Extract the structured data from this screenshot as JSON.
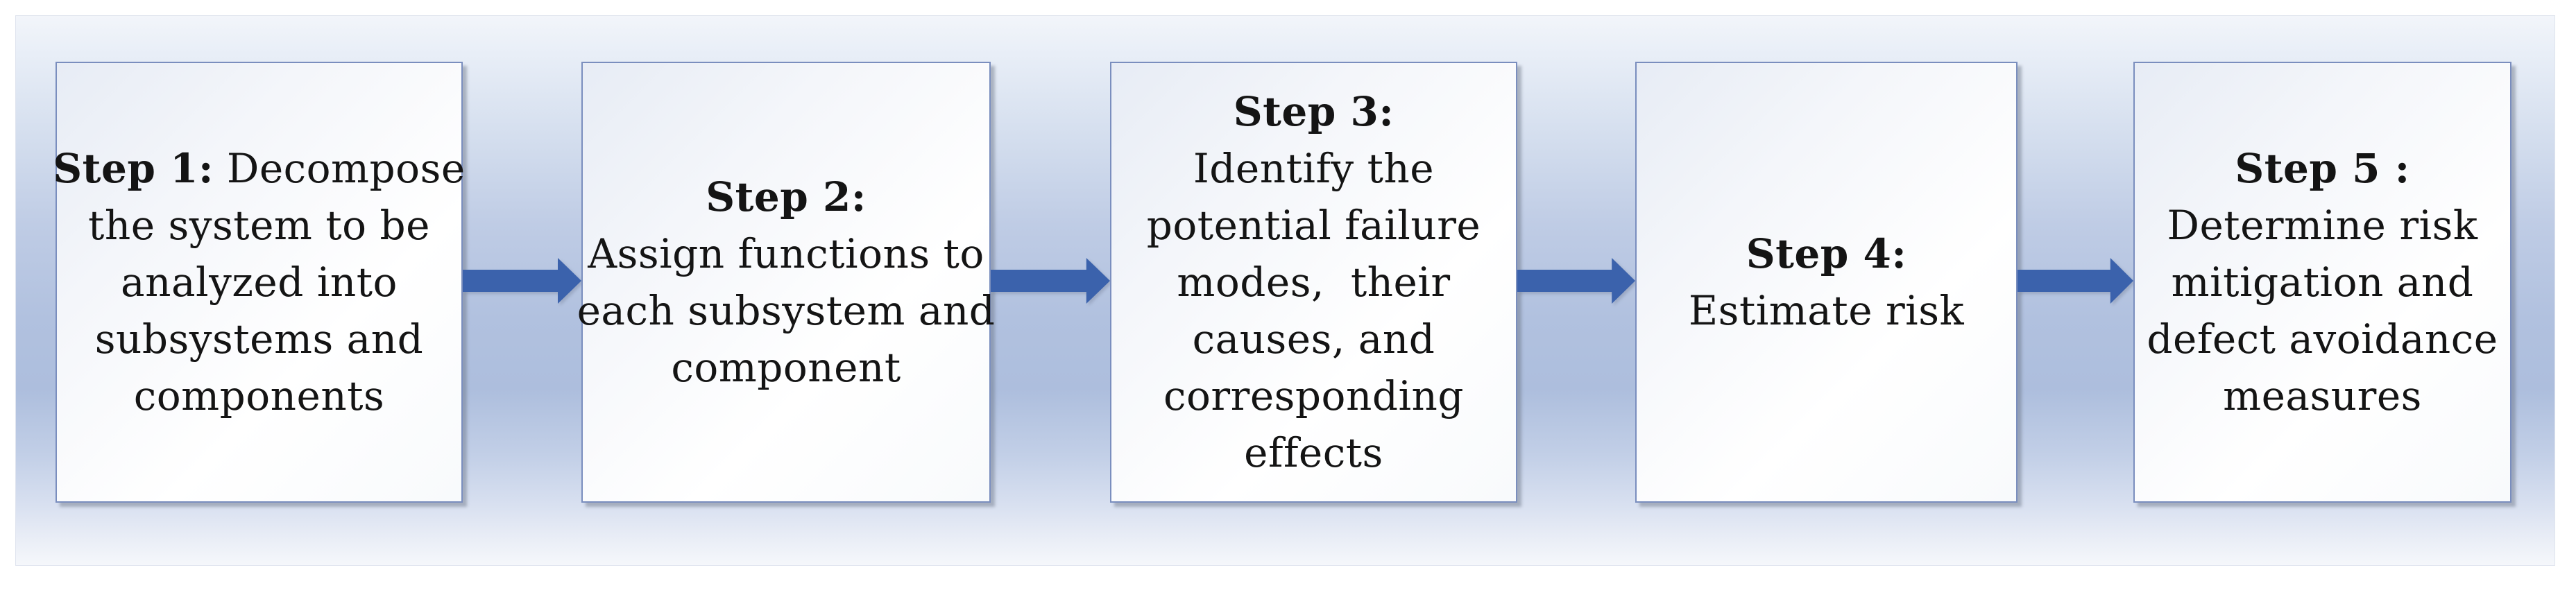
{
  "figure": {
    "type": "process-flow-diagram",
    "steps": [
      {
        "title": "Step 1:",
        "body": " Decompose\nthe system to be\nanalyzed into\nsubsystems and\ncomponents"
      },
      {
        "title": "Step 2:",
        "body": "\nAssign functions to\neach subsystem and\ncomponent"
      },
      {
        "title": "Step 3:",
        "body": "\nIdentify the\npotential failure\nmodes,  their\ncauses, and\ncorresponding\neffects"
      },
      {
        "title": "Step 4:",
        "body": "\nEstimate risk"
      },
      {
        "title": "Step 5 :",
        "body": "\nDetermine risk\nmitigation and\ndefect avoidance\nmeasures"
      }
    ],
    "colors": {
      "arrow": "#3b62ac",
      "box_border": "#7a8ebe",
      "background_band": "#b2c1df",
      "text": "#141414"
    }
  }
}
